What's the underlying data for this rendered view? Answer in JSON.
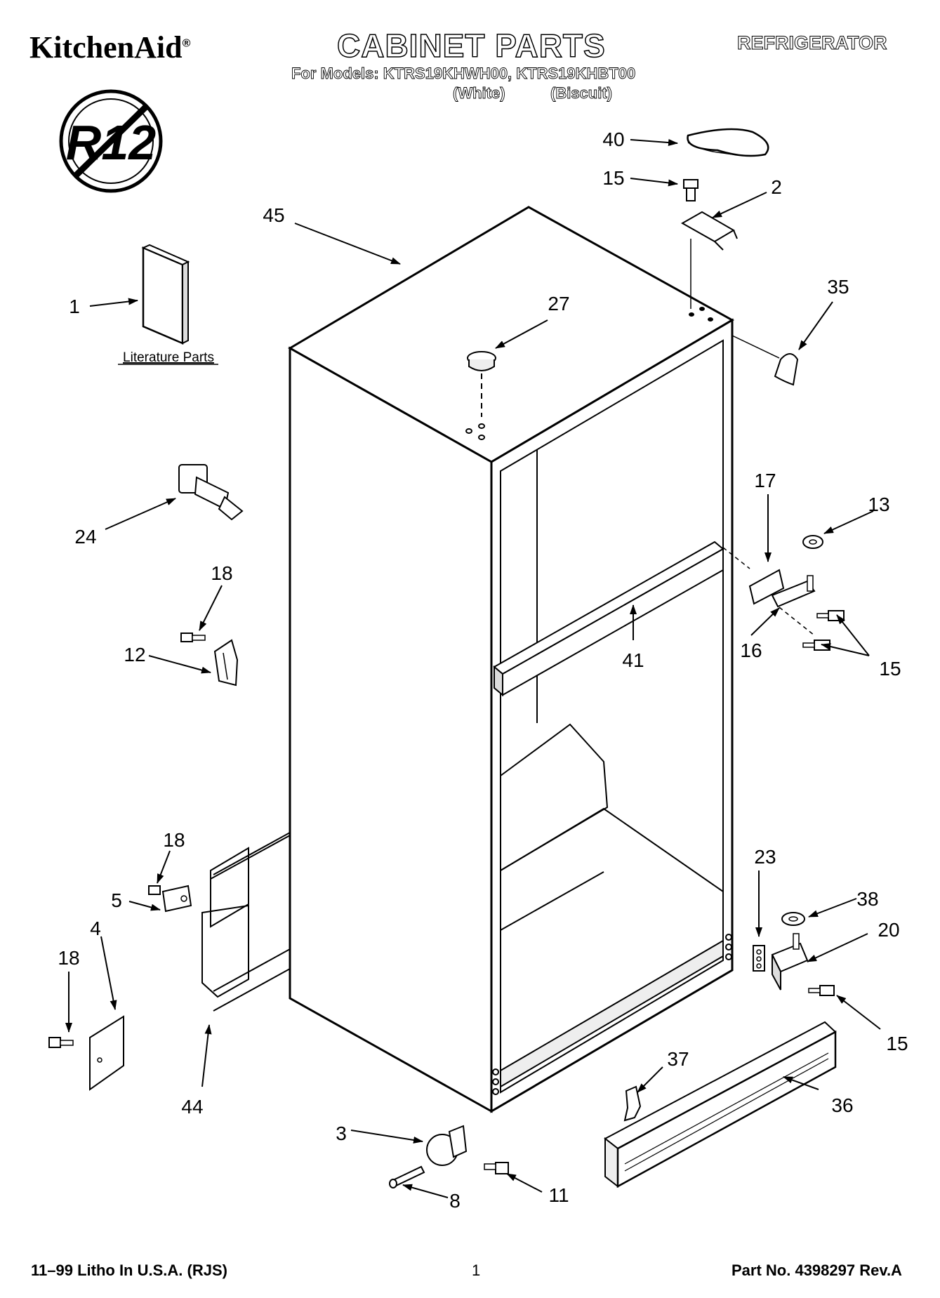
{
  "header": {
    "brand": "KitchenAid",
    "brand_mark": "®",
    "title": "CABINET PARTS",
    "category": "REFRIGERATOR",
    "models_prefix": "For Models:",
    "model_white": "KTRS19KHWH00,",
    "model_biscuit": "KTRS19KHBT00",
    "color_white": "(White)",
    "color_biscuit": "(Biscuit)"
  },
  "badge": {
    "text": "R12",
    "icon": "no-r12-prohibition-icon"
  },
  "literature_label": "Literature Parts",
  "callouts": {
    "p40": "40",
    "p15_top": "15",
    "p2": "2",
    "p45": "45",
    "p1": "1",
    "p27": "27",
    "p35": "35",
    "p17": "17",
    "p13": "13",
    "p24": "24",
    "p18_a": "18",
    "p12": "12",
    "p16": "16",
    "p15_mid": "15",
    "p41": "41",
    "p18_b": "18",
    "p5": "5",
    "p23": "23",
    "p38": "38",
    "p20": "20",
    "p18_c": "18",
    "p4": "4",
    "p15_low": "15",
    "p37": "37",
    "p36": "36",
    "p44": "44",
    "p3": "3",
    "p8": "8",
    "p11": "11"
  },
  "footer": {
    "left": "11–99 Litho In U.S.A. (RJS)",
    "page": "1",
    "right": "Part No. 4398297 Rev.A"
  },
  "colors": {
    "ink": "#000000",
    "paper": "#ffffff",
    "shade": "#e6e6e6"
  }
}
